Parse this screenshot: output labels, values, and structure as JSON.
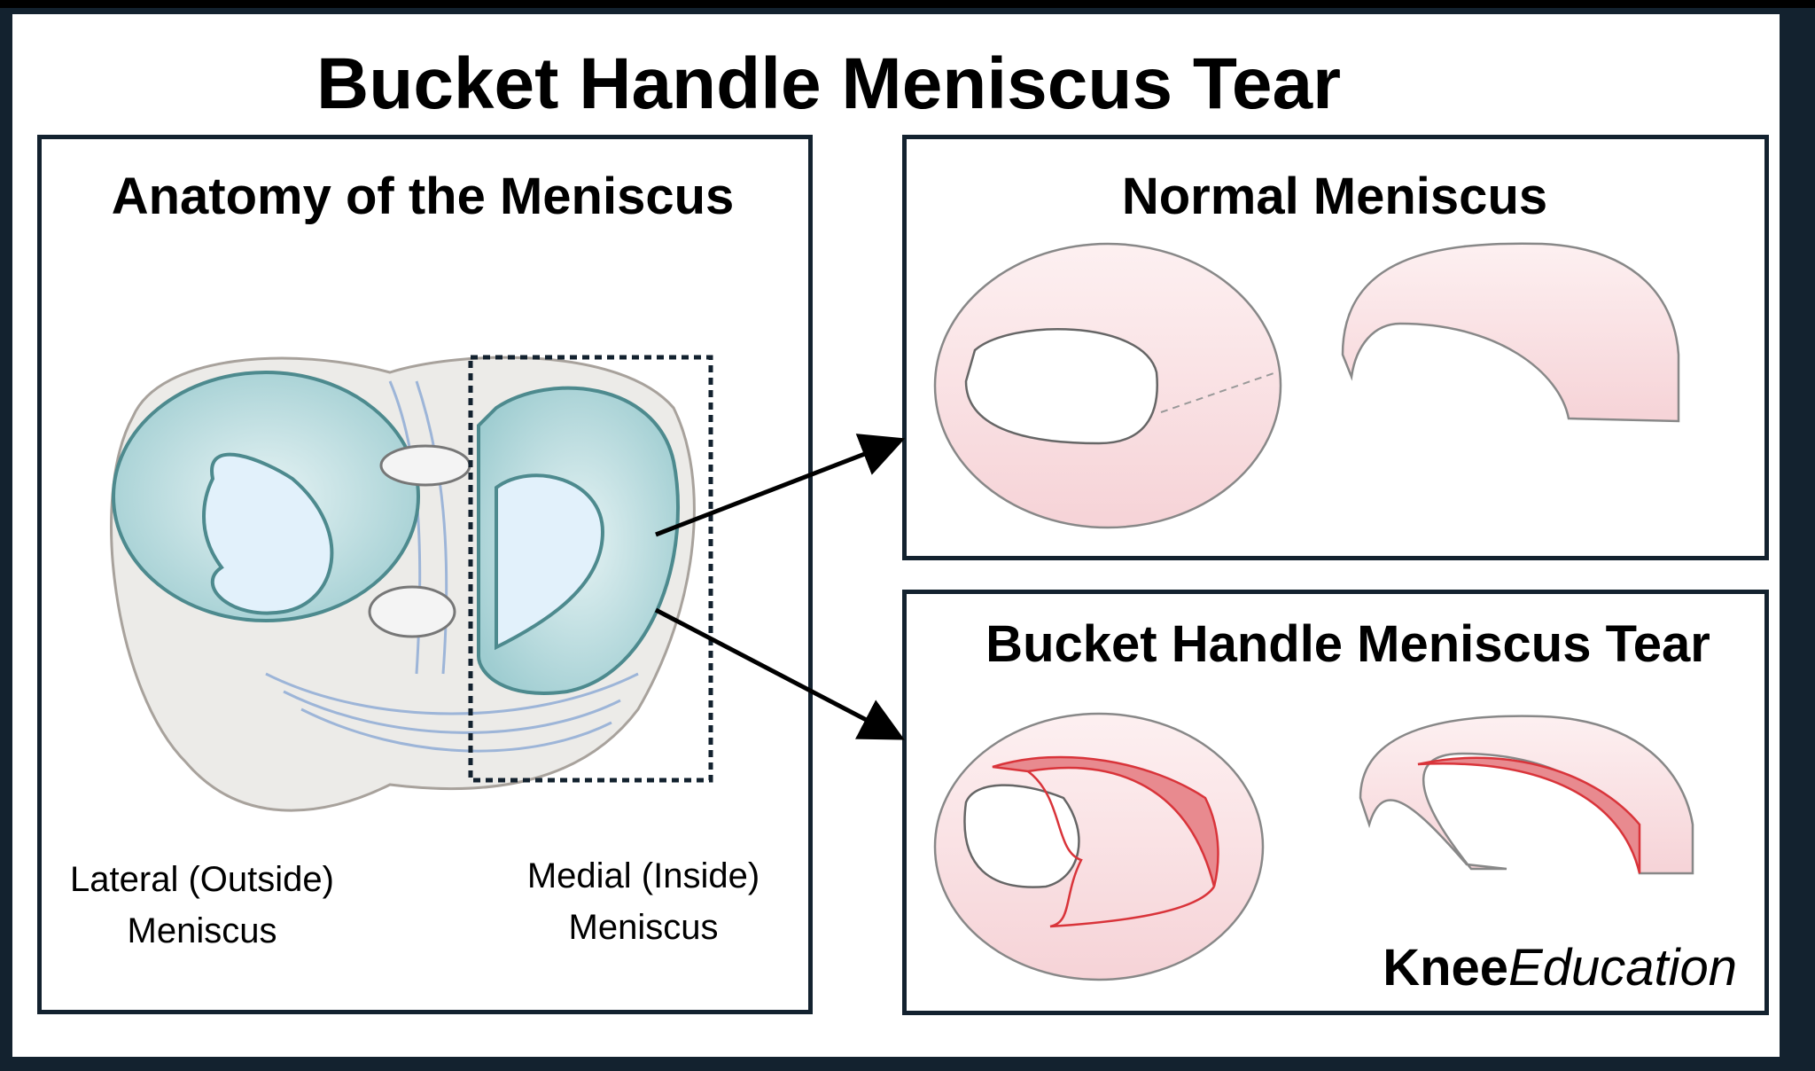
{
  "title": "Bucket Handle Meniscus Tear",
  "anatomy_panel": {
    "heading": "Anatomy of the Meniscus",
    "lateral_label_line1": "Lateral (Outside)",
    "lateral_label_line2": "Meniscus",
    "medial_label_line1": "Medial (Inside)",
    "medial_label_line2": "Meniscus"
  },
  "normal_panel": {
    "heading": "Normal Meniscus"
  },
  "tear_panel": {
    "heading": "Bucket Handle Meniscus Tear"
  },
  "brand": {
    "bold": "Knee",
    "italic": "Education"
  },
  "colors": {
    "frame": "#13222f",
    "meniscus_blue": "#bfe0e3",
    "meniscus_pink": "#f9dde0",
    "tear_red": "#d9343a"
  }
}
